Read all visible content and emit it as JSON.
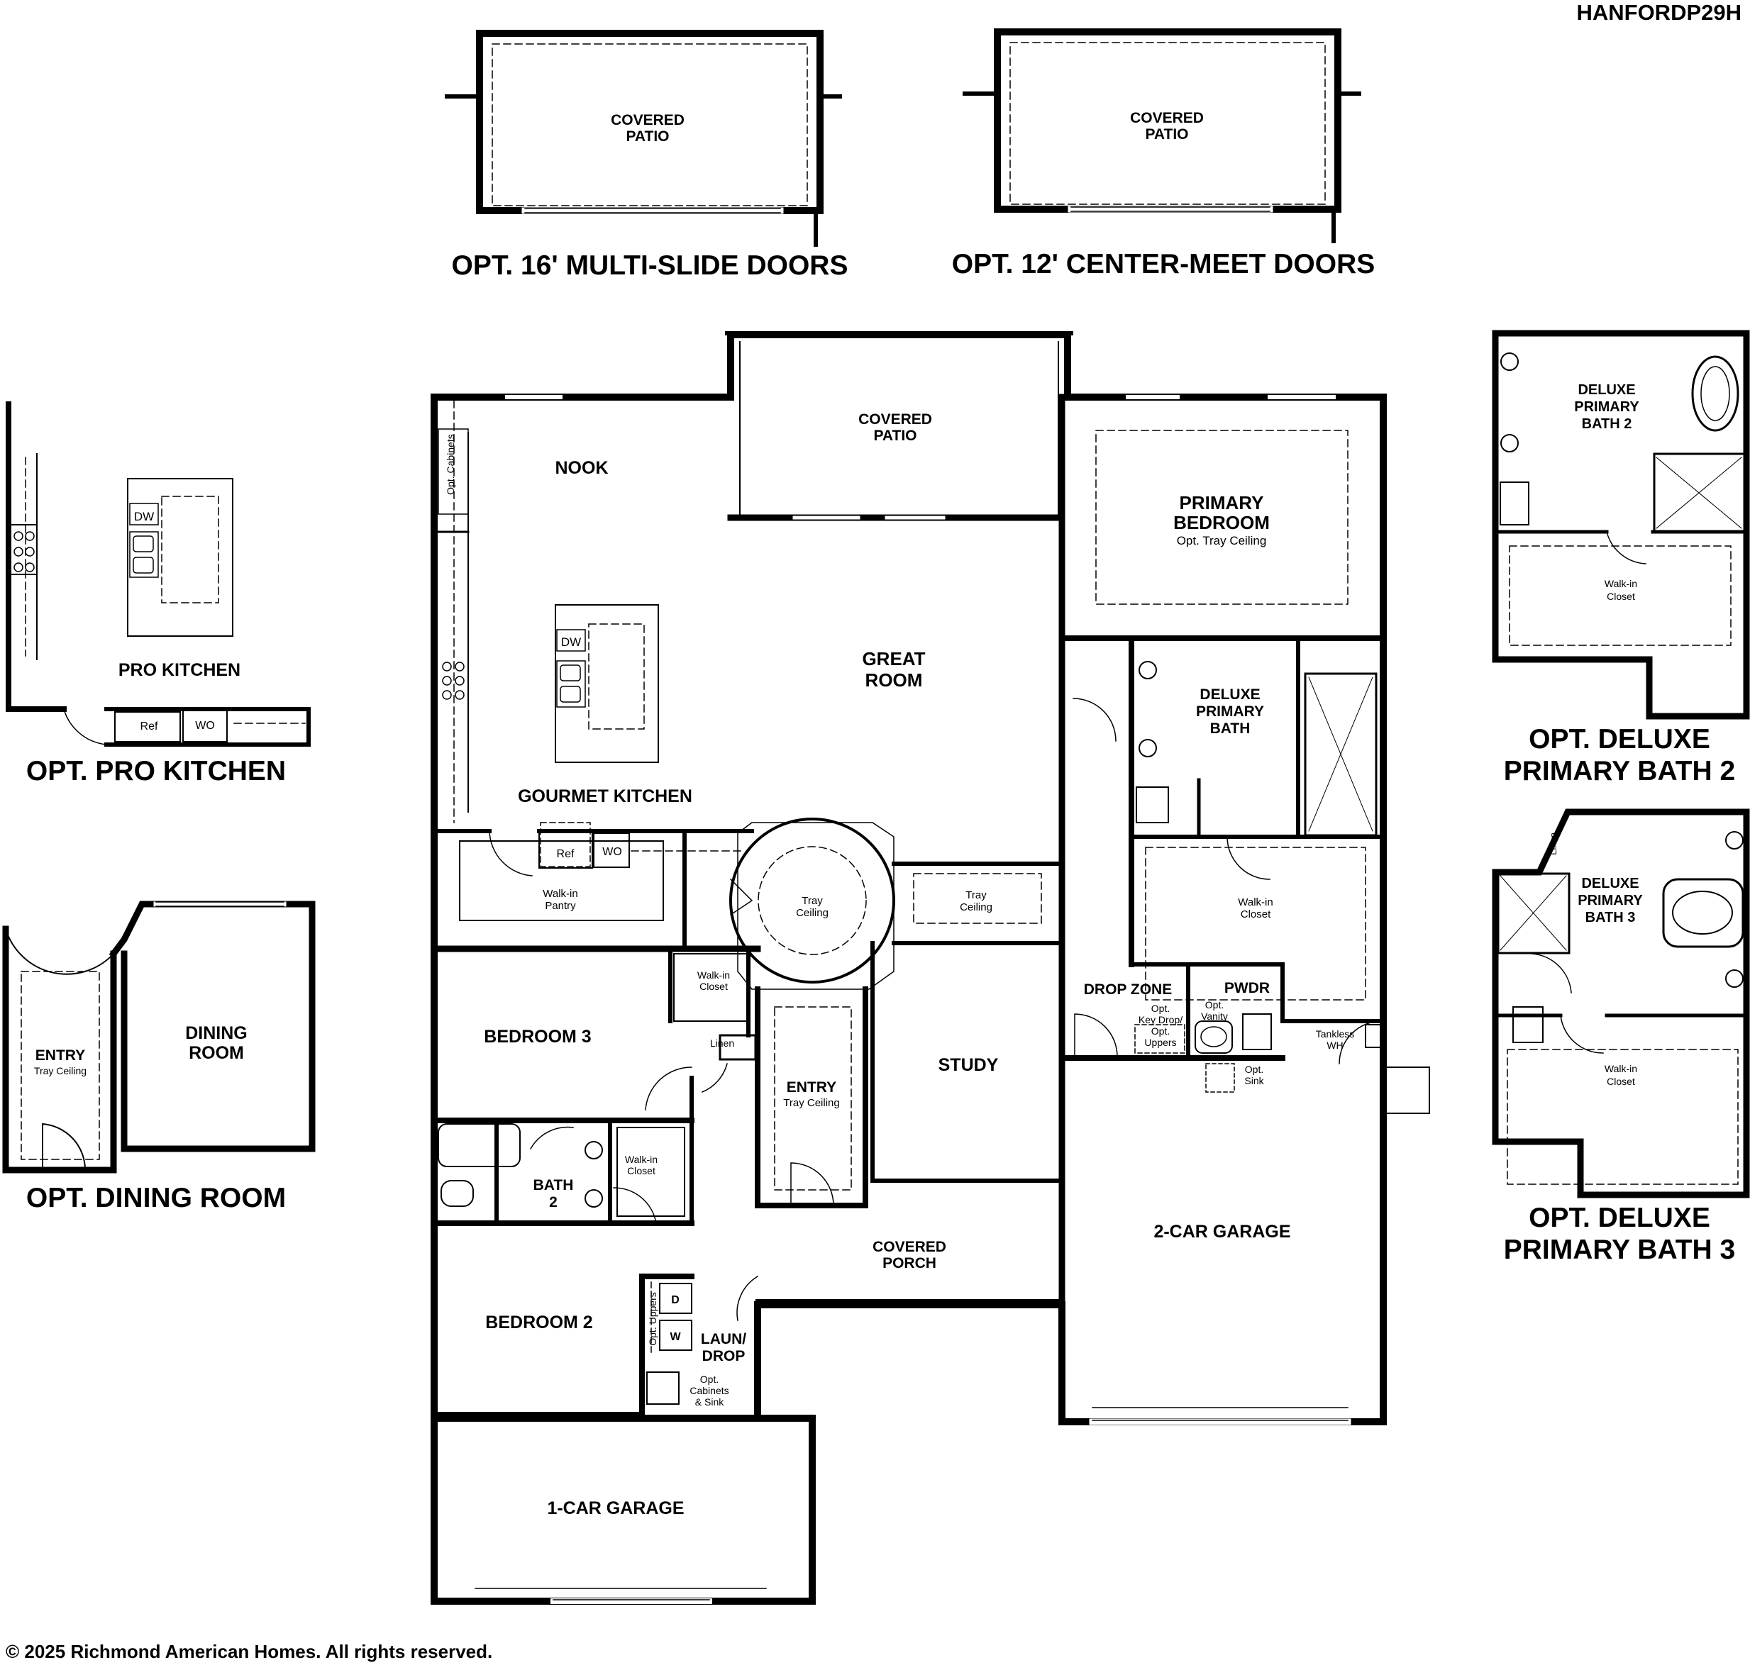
{
  "plan_code": "HANFORDP29H",
  "copyright": "© 2025 Richmond American Homes. All rights reserved.",
  "options": {
    "multi_slide": {
      "caption": "OPT. 16' MULTI-SLIDE DOORS",
      "room": [
        "COVERED",
        "PATIO"
      ]
    },
    "center_meet": {
      "caption": "OPT. 12' CENTER-MEET DOORS",
      "room": [
        "COVERED",
        "PATIO"
      ]
    },
    "pro_kitchen": {
      "caption": "OPT. PRO KITCHEN",
      "room": "PRO KITCHEN",
      "dw": "DW",
      "ref": "Ref",
      "wo": "WO"
    },
    "dining_room": {
      "caption": "OPT. DINING ROOM",
      "entry": "ENTRY",
      "entry_note": "Tray Ceiling",
      "dining": [
        "DINING",
        "ROOM"
      ]
    },
    "deluxe_bath_2": {
      "caption": [
        "OPT. DELUXE",
        "PRIMARY BATH 2"
      ],
      "room": [
        "DELUXE",
        "PRIMARY",
        "BATH 2"
      ],
      "closet": [
        "Walk-in",
        "Closet"
      ]
    },
    "deluxe_bath_3": {
      "caption": [
        "OPT. DELUXE",
        "PRIMARY BATH 3"
      ],
      "room": [
        "DELUXE",
        "PRIMARY",
        "BATH 3"
      ],
      "closet": [
        "Walk-in",
        "Closet"
      ],
      "linen": "Linen"
    }
  },
  "main": {
    "nook": "NOOK",
    "opt_cabinets": "Opt. Cabinets",
    "covered_patio": [
      "COVERED",
      "PATIO"
    ],
    "great_room": [
      "GREAT",
      "ROOM"
    ],
    "gourmet_kitchen": "GOURMET KITCHEN",
    "dw": "DW",
    "ref": "Ref",
    "wo": "WO",
    "pantry": [
      "Walk-in",
      "Pantry"
    ],
    "tray_ceiling": [
      "Tray",
      "Ceiling"
    ],
    "primary_bedroom": [
      "PRIMARY",
      "BEDROOM"
    ],
    "primary_bedroom_note": "Opt. Tray Ceiling",
    "deluxe_primary_bath": [
      "DELUXE",
      "PRIMARY",
      "BATH"
    ],
    "primary_closet": [
      "Walk-in",
      "Closet"
    ],
    "drop_zone": "DROP ZONE",
    "pwdr": "PWDR",
    "key_drop": [
      "Opt.",
      "Key Drop/",
      "Opt.",
      "Uppers"
    ],
    "opt_vanity": [
      "Opt.",
      "Vanity"
    ],
    "opt_sink": [
      "Opt.",
      "Sink"
    ],
    "tankless": [
      "Tankless",
      "WH"
    ],
    "bedroom3": "BEDROOM 3",
    "bed3_closet": [
      "Walk-in",
      "Closet"
    ],
    "linen": "Linen",
    "entry": "ENTRY",
    "entry_note": "Tray Ceiling",
    "study": "STUDY",
    "garage2": "2-CAR GARAGE",
    "bath2": [
      "BATH",
      "2"
    ],
    "bath2_closet": [
      "Walk-in",
      "Closet"
    ],
    "covered_porch": [
      "COVERED",
      "PORCH"
    ],
    "bedroom2": "BEDROOM 2",
    "laun": [
      "LAUN/",
      "DROP"
    ],
    "opt_uppers": "Opt. Uppers",
    "dryer": "D",
    "washer": "W",
    "laun_cabinets": [
      "Opt.",
      "Cabinets",
      "& Sink"
    ],
    "garage1": "1-CAR GARAGE"
  }
}
